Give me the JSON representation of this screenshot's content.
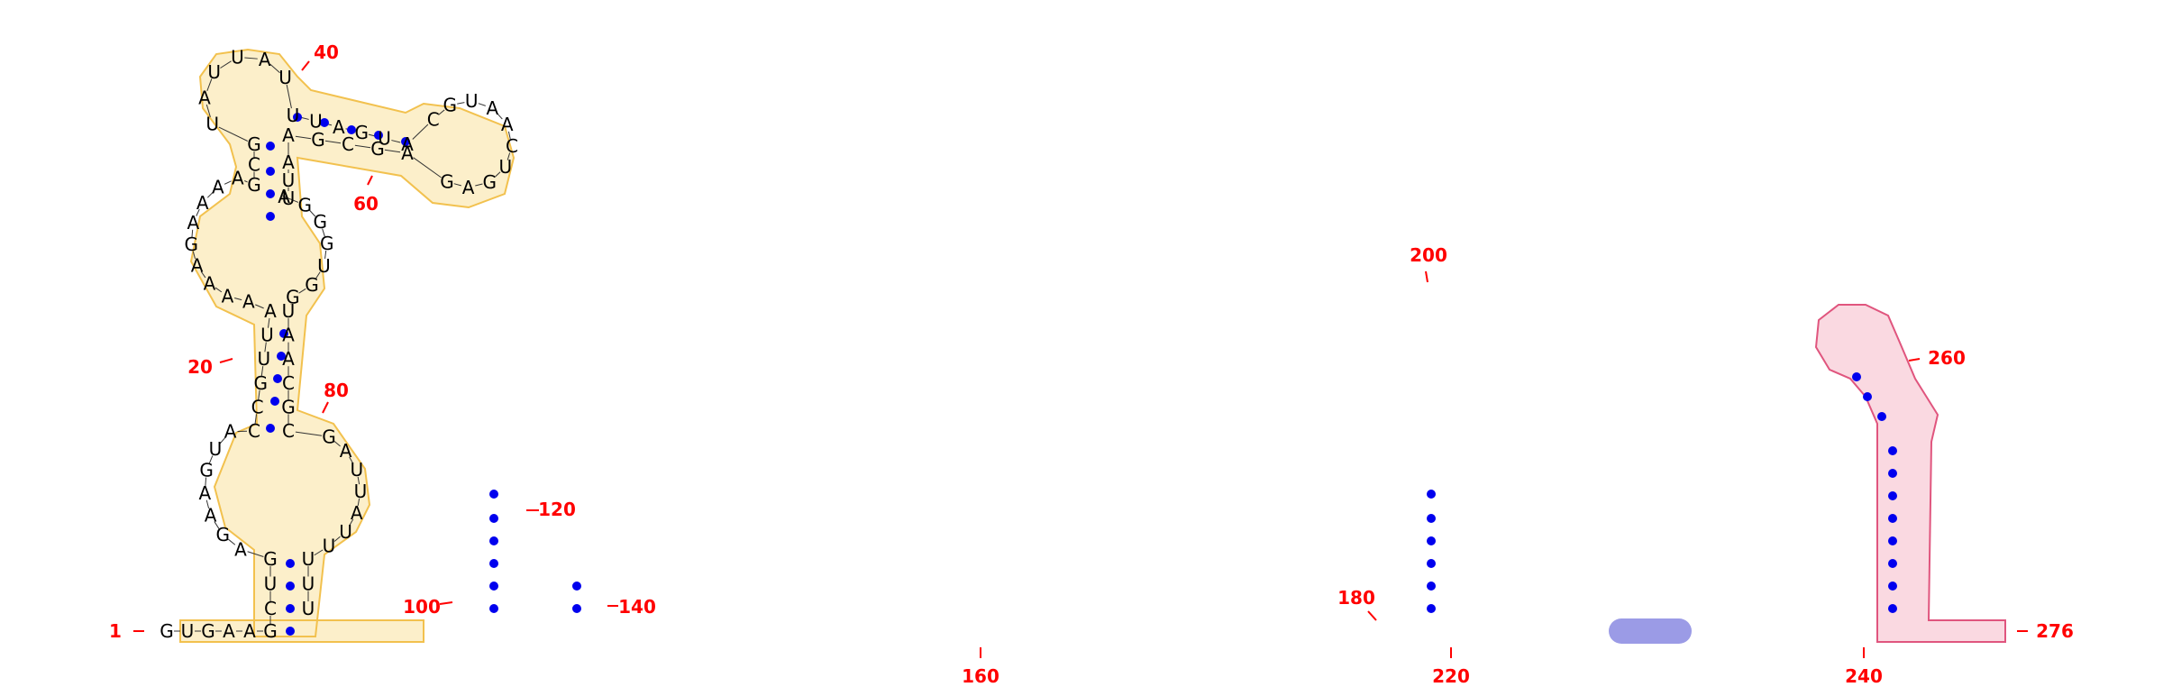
{
  "sequence": "GUGAAGCUGAGAAGUACCGUUAAAAAGAAAAGCGUAUUAUUUAGUACGUAACUGAGAGCGAAUUAGGGUGGUAACGCGAUUAUUUUU",
  "position_labels": {
    "p1": "1",
    "p20": "20",
    "p40": "40",
    "p60": "60",
    "p80": "80",
    "p100": "100",
    "p120": "120",
    "p140": "140",
    "p160": "160",
    "p180": "180",
    "p200": "200",
    "p220": "220",
    "p240": "240",
    "p260": "260",
    "p276": "276"
  },
  "colors": {
    "base_text": "#000000",
    "pair_dot": "#0000ee",
    "position_label": "#ff0000",
    "highlight_yellow_fill": "#fbe9b8",
    "highlight_yellow_stroke": "#f2c14e",
    "highlight_pink_fill": "#f9d2dc",
    "highlight_pink_stroke": "#e0557e",
    "highlight_blue_fill": "#9b9be6"
  }
}
